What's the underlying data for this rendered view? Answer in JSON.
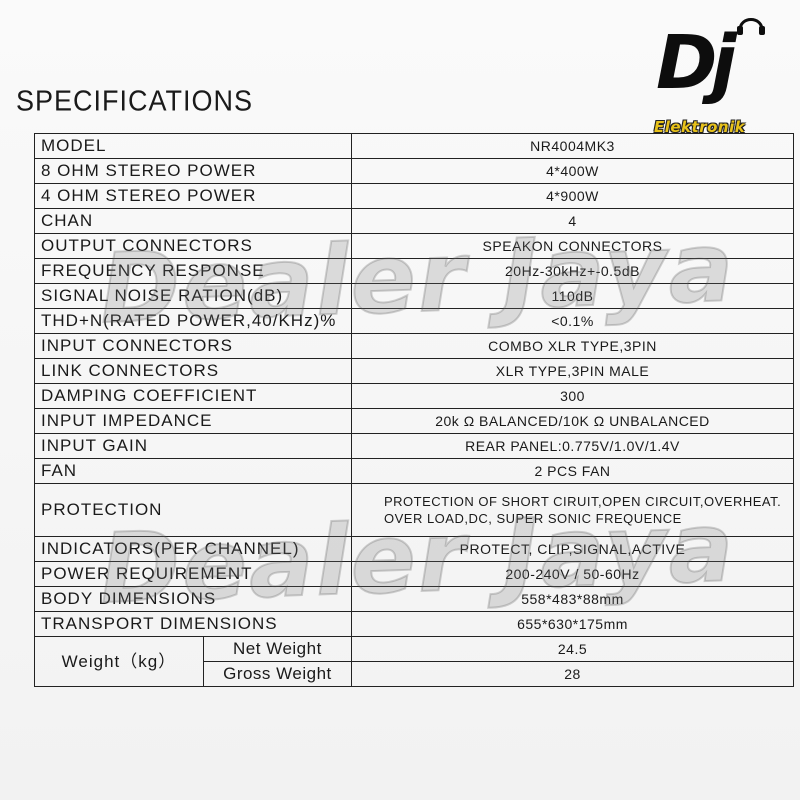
{
  "title": "SPECIFICATIONS",
  "logo": {
    "main": "Dj",
    "sub": "Elektronik"
  },
  "watermark": "Dealer Jaya",
  "rows": [
    {
      "label": "MODEL",
      "value": "NR4004MK3"
    },
    {
      "label": "8 OHM STEREO POWER",
      "value": "4*400W"
    },
    {
      "label": "4 OHM STEREO POWER",
      "value": "4*900W"
    },
    {
      "label": "CHAN",
      "value": "4"
    },
    {
      "label": "OUTPUT CONNECTORS",
      "value": "SPEAKON CONNECTORS"
    },
    {
      "label": "FREQUENCY RESPONSE",
      "value": "20Hz-30kHz+-0.5dB"
    },
    {
      "label": "SIGNAL NOISE RATION(dB)",
      "value": "110dB"
    },
    {
      "label": "THD+N(RATED POWER,40/KHz)%",
      "value": "<0.1%"
    },
    {
      "label": "INPUT CONNECTORS",
      "value": "COMBO XLR TYPE,3PIN"
    },
    {
      "label": "LINK CONNECTORS",
      "value": "XLR TYPE,3PIN MALE"
    },
    {
      "label": "DAMPING COEFFICIENT",
      "value": "300"
    },
    {
      "label": "INPUT IMPEDANCE",
      "value": "20k Ω BALANCED/10K Ω UNBALANCED"
    },
    {
      "label": "INPUT GAIN",
      "value": "REAR PANEL:0.775V/1.0V/1.4V"
    },
    {
      "label": "FAN",
      "value": "2 PCS FAN"
    },
    {
      "label": "PROTECTION",
      "value_line1": "PROTECTION OF SHORT CIRUIT,OPEN CIRCUIT,OVERHEAT.",
      "value_line2": "OVER LOAD,DC, SUPER SONIC FREQUENCE"
    },
    {
      "label": "INDICATORS(PER CHANNEL)",
      "value": "PROTECT, CLIP,SIGNAL,ACTIVE"
    },
    {
      "label": "POWER REQUIREMENT",
      "value": "200-240V / 50-60Hz"
    },
    {
      "label": "BODY DIMENSIONS",
      "value": "558*483*88mm"
    },
    {
      "label": "TRANSPORT DIMENSIONS",
      "value": "655*630*175mm"
    }
  ],
  "weight": {
    "label": "Weight（kg）",
    "net_label": "Net Weight",
    "net_value": "24.5",
    "gross_label": "Gross Weight",
    "gross_value": "28"
  }
}
